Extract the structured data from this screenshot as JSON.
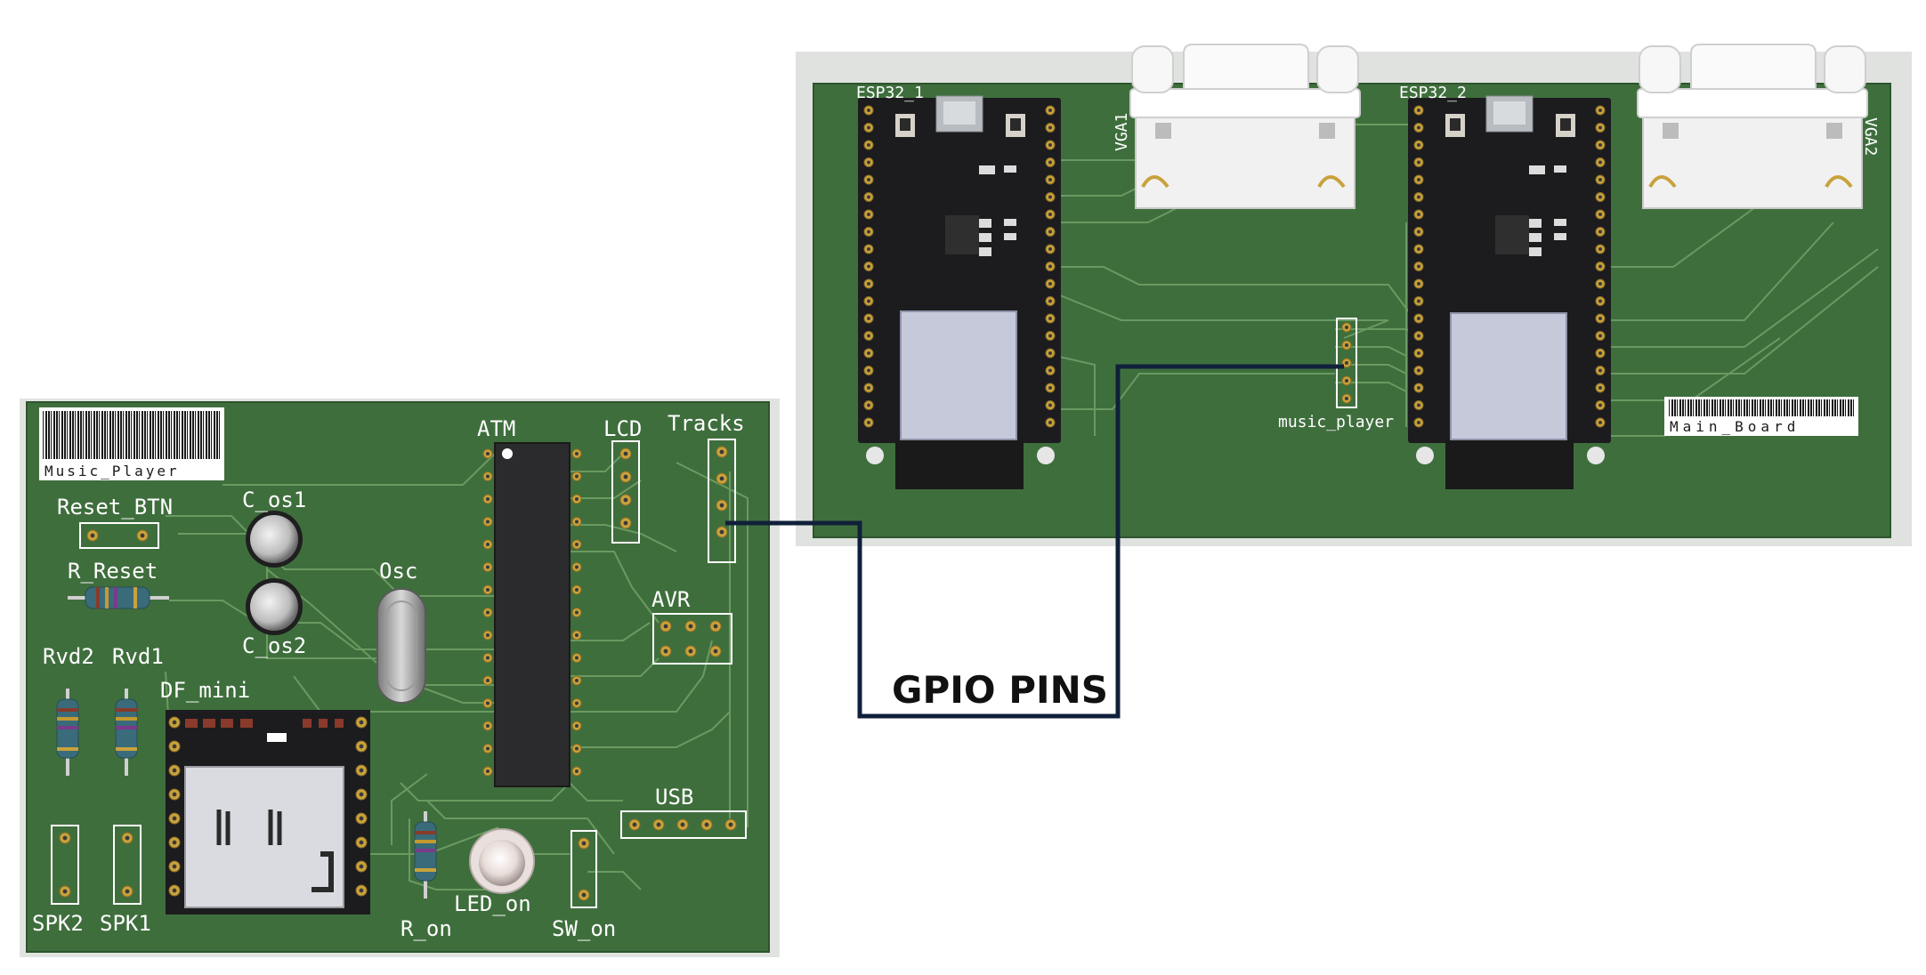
{
  "colors": {
    "pcb": "#3f6e3d",
    "pcb_edge": "#d9dcd9",
    "trace": "#6b9a62",
    "silkscreen": "#ffffff",
    "module": "#1c1c1f",
    "gold": "#c9a23c",
    "wire": "#10203a"
  },
  "music_player_board": {
    "barcode_label": "Music_Player",
    "components": {
      "atm": "ATM",
      "lcd": "LCD",
      "tracks": "Tracks",
      "reset_btn": "Reset_BTN",
      "r_reset": "R_Reset",
      "c_os1": "C_os1",
      "c_os2": "C_os2",
      "osc": "Osc",
      "avr": "AVR",
      "rvd2": "Rvd2",
      "rvd1": "Rvd1",
      "df_mini": "DF_mini",
      "usb": "USB",
      "spk2": "SPK2",
      "spk1": "SPK1",
      "r_on": "R_on",
      "led_on": "LED_on",
      "sw_on": "SW_on"
    }
  },
  "main_board": {
    "barcode_label": "Main_Board",
    "components": {
      "esp32_1": "ESP32_1",
      "esp32_2": "ESP32_2",
      "vga1": "VGA1",
      "vga2": "VGA2",
      "music_player": "music_player"
    }
  },
  "connection_label": "GPIO PINS"
}
